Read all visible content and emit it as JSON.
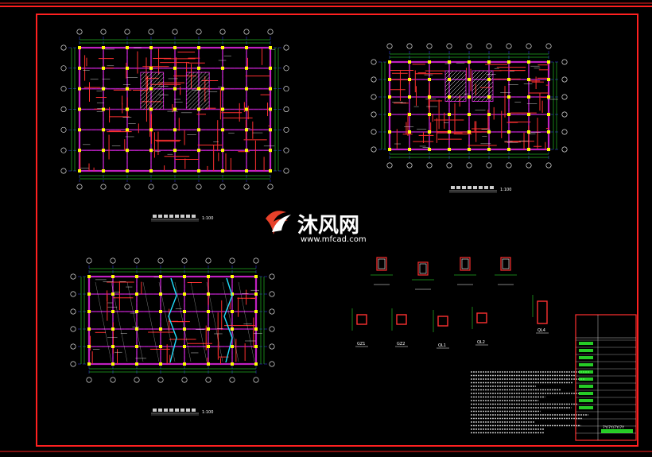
{
  "watermark": {
    "brand_cn": "沐风网",
    "url": "www.mfcad.com",
    "logo_color": "#e8412a"
  },
  "plans": {
    "top_left": {
      "scale_note": "1:100"
    },
    "top_right": {
      "scale_note": "1:100"
    },
    "bottom_left": {
      "scale_note": "1:100"
    }
  },
  "section_labels": [
    "GZ1",
    "GZ2",
    "QL1",
    "QL2",
    "QL4"
  ],
  "title_block": {
    "stamp_text": "7Y/7Y/7Y/7Y"
  },
  "colors": {
    "frame": "#ff2020",
    "grid": "#3a3aff",
    "wall": "#c020c0",
    "beam": "#ff3030",
    "column": "#ffff00",
    "axis": "#ffffff",
    "annot": "#ffffff",
    "green": "#30ff30",
    "cyan": "#20e0ff"
  }
}
